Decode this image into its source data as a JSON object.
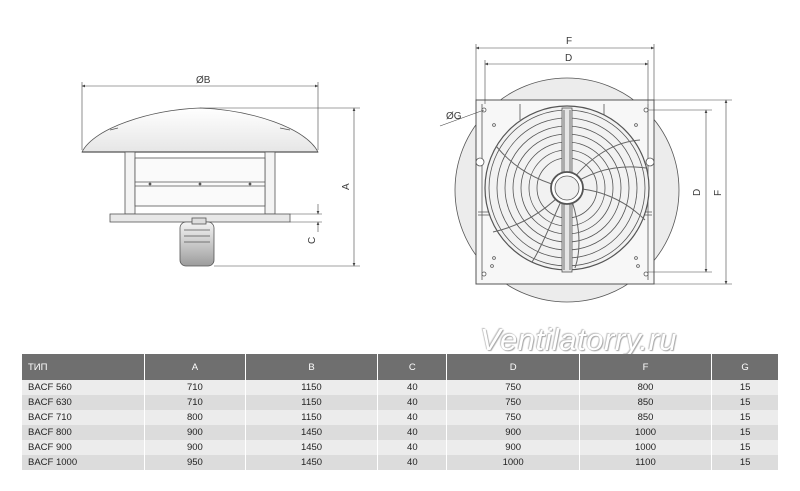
{
  "dimension_labels": {
    "b_diameter": "ØB",
    "a": "A",
    "c": "C",
    "f_top": "F",
    "d_top": "D",
    "g_diameter": "ØG",
    "d_side": "D",
    "f_side": "F"
  },
  "watermark": "Ventilatorry.ru",
  "table": {
    "columns": [
      "ТИП",
      "A",
      "B",
      "C",
      "D",
      "F",
      "G"
    ],
    "rows": [
      [
        "BACF 560",
        "710",
        "1150",
        "40",
        "750",
        "800",
        "15"
      ],
      [
        "BACF 630",
        "710",
        "1150",
        "40",
        "750",
        "850",
        "15"
      ],
      [
        "BACF 710",
        "800",
        "1150",
        "40",
        "750",
        "850",
        "15"
      ],
      [
        "BACF 800",
        "900",
        "1450",
        "40",
        "900",
        "1000",
        "15"
      ],
      [
        "BACF 900",
        "900",
        "1450",
        "40",
        "900",
        "1000",
        "15"
      ],
      [
        "BACF 1000",
        "950",
        "1450",
        "40",
        "1000",
        "1100",
        "15"
      ]
    ]
  }
}
